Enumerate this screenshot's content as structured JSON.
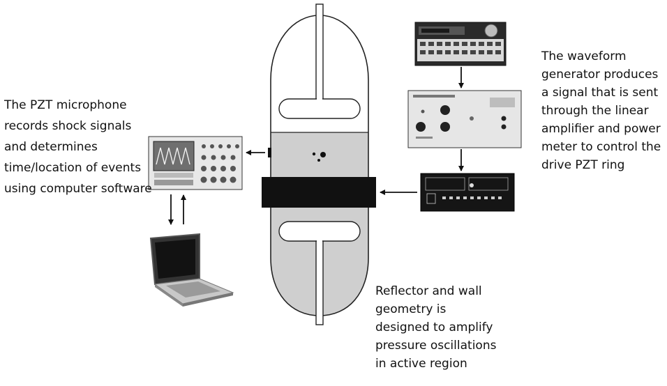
{
  "captions": {
    "microphone": [
      "The PZT microphone",
      "records shock signals",
      "and determines",
      "time/location of events",
      "using computer software"
    ],
    "waveform": [
      "The waveform",
      "generator produces",
      "a signal that is sent",
      "through the linear",
      "amplifier and power",
      "meter to control the",
      "drive PZT ring"
    ],
    "reflector": [
      "Reflector and wall",
      "geometry is",
      "designed to amplify",
      "pressure oscillations",
      "in active region"
    ]
  },
  "equipment": {
    "oscilloscope": "oscilloscope",
    "laptop": "laptop",
    "waveform_generator": "waveform-generator",
    "linear_amplifier": "linear-amplifier",
    "power_meter": "power-meter"
  },
  "colors": {
    "liquid": "#cfcfcf",
    "outline": "#222222",
    "drive_ring": "#111111"
  }
}
